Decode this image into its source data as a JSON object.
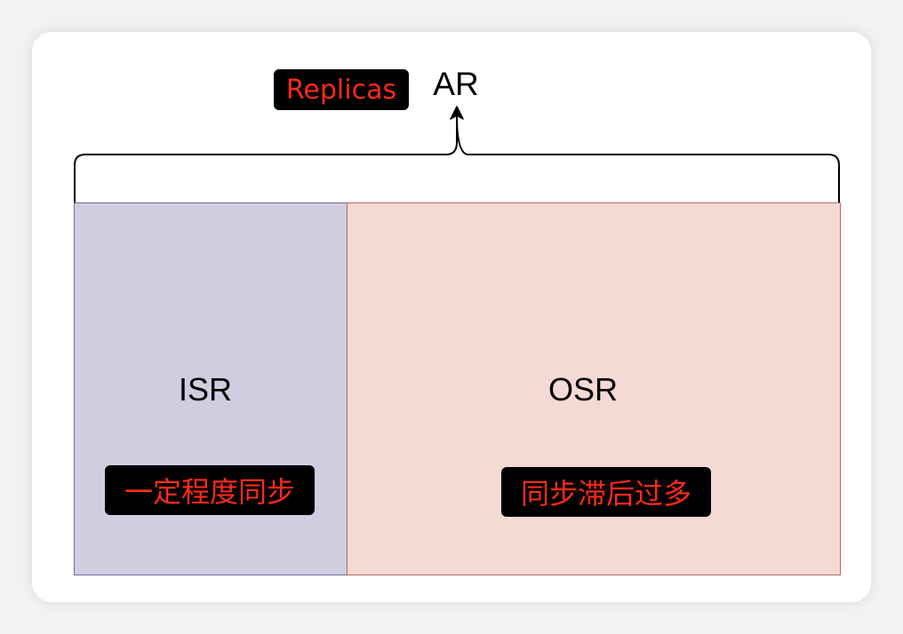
{
  "top": {
    "replicas_label": "Replicas",
    "ar_label": "AR"
  },
  "regions": {
    "isr": {
      "title": "ISR",
      "tag": "一定程度同步"
    },
    "osr": {
      "title": "OSR",
      "tag": "同步滞后过多"
    }
  },
  "colors": {
    "isr_fill": "#d0cde1",
    "osr_fill": "#f5d9d5",
    "tag_background": "#000000",
    "tag_text": "#ff2a1a"
  }
}
